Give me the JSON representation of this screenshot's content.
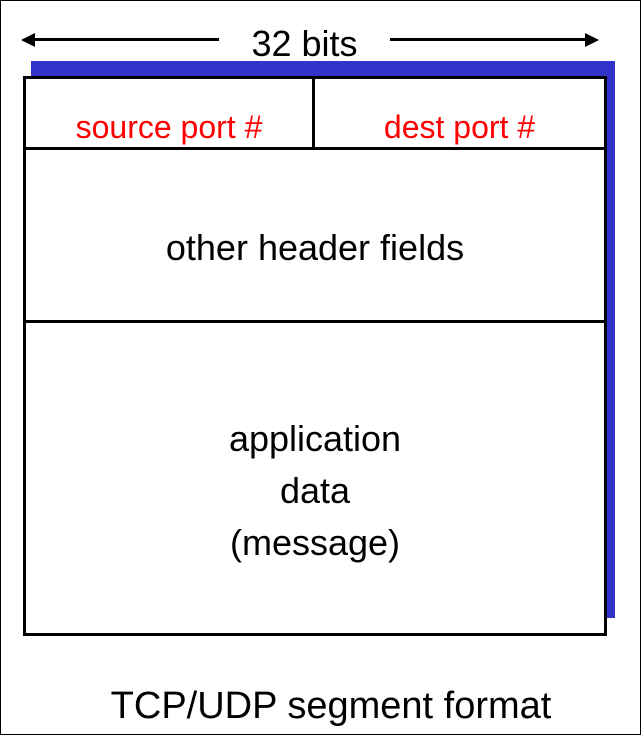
{
  "width_label": "32 bits",
  "fields": {
    "source_port": "source port #",
    "dest_port": "dest port #",
    "other_headers": "other header fields",
    "payload": [
      "application",
      "data",
      "(message)"
    ]
  },
  "caption": "TCP/UDP segment format",
  "colors": {
    "shadow": "#3333cc",
    "port_text": "#ff0000"
  }
}
